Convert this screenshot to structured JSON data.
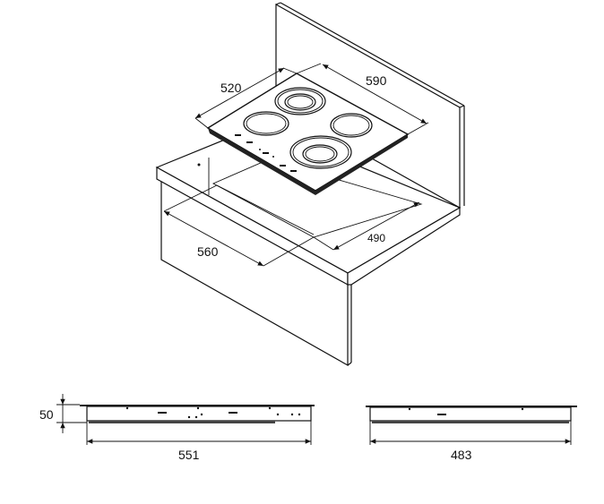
{
  "dimensions": {
    "hob_depth": "520",
    "hob_width": "590",
    "cutout_width": "560",
    "cutout_depth": "490",
    "hob_height": "50",
    "side_view_width": "551",
    "front_view_width": "483"
  }
}
